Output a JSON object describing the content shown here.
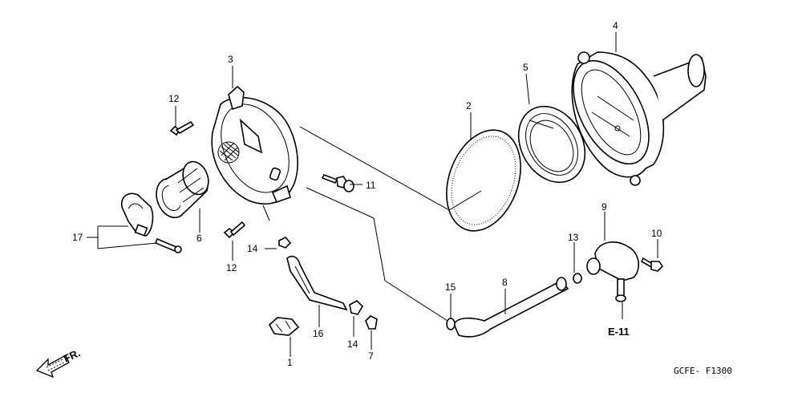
{
  "diagram": {
    "callouts": {
      "p1": "1",
      "p2": "2",
      "p3": "3",
      "p4": "4",
      "p5": "5",
      "p6": "6",
      "p7": "7",
      "p8": "8",
      "p9": "9",
      "p10": "10",
      "p11": "11",
      "p12a": "12",
      "p12b": "12",
      "p13": "13",
      "p14a": "14",
      "p14b": "14",
      "p15": "15",
      "p16": "16",
      "p17": "17"
    },
    "section_ref": "E-11",
    "direction_label": "FR.",
    "figure_code": "GCFE- F1300"
  }
}
